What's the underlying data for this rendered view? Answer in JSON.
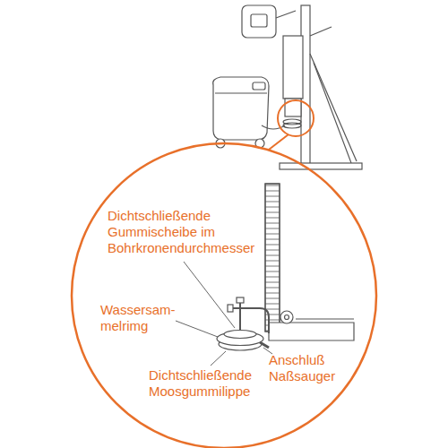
{
  "diagram": {
    "labels": [
      "Dichtschließende Gummischeibe im Bohrkronendurchmesser",
      "Wassersam- melrimg",
      "Dichtschließende Moosgummilippe",
      "Anschluß Naßsauger"
    ]
  }
}
